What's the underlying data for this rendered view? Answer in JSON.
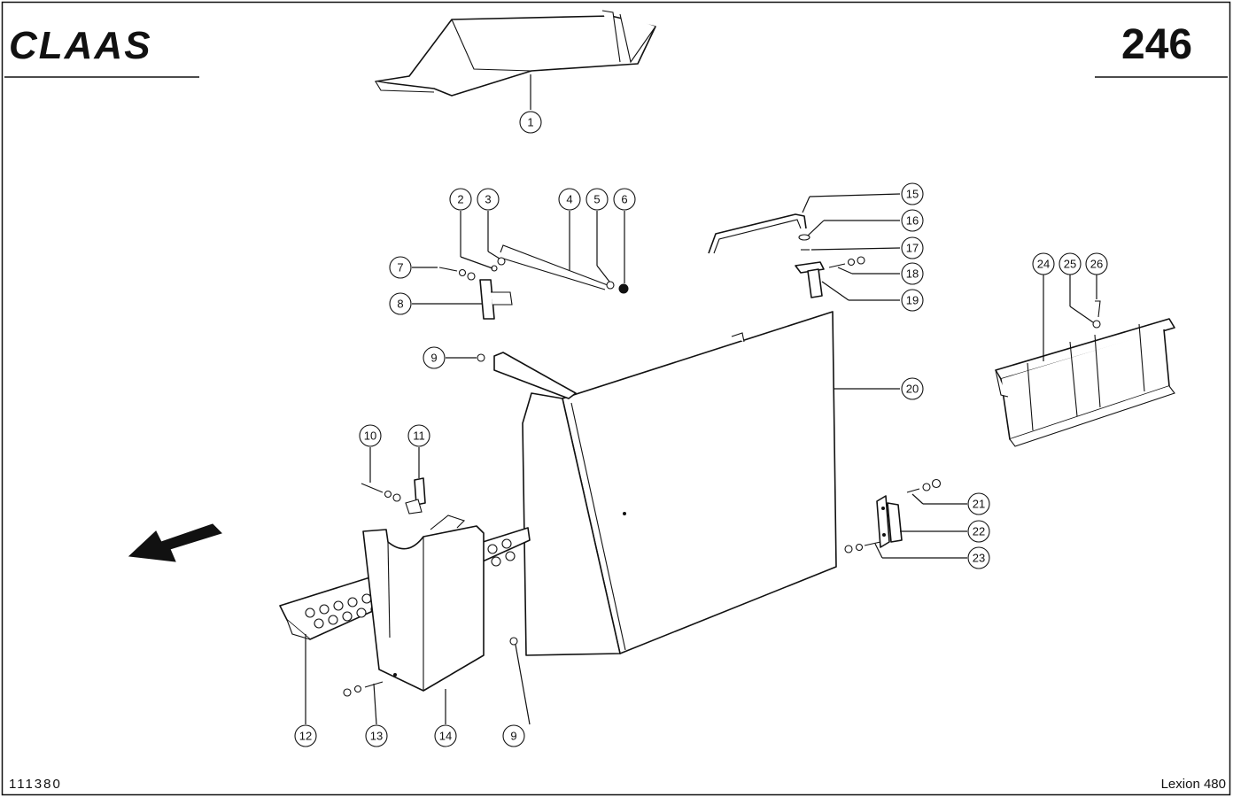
{
  "header": {
    "brand": "CLAAS",
    "page_number": "246"
  },
  "footer": {
    "drawing_number": "111380",
    "model": "Lexion 480"
  },
  "callouts": [
    "1",
    "2",
    "3",
    "4",
    "5",
    "6",
    "7",
    "8",
    "9",
    "9",
    "10",
    "11",
    "12",
    "13",
    "14",
    "15",
    "16",
    "17",
    "18",
    "19",
    "20",
    "21",
    "22",
    "23",
    "24",
    "25",
    "26"
  ]
}
